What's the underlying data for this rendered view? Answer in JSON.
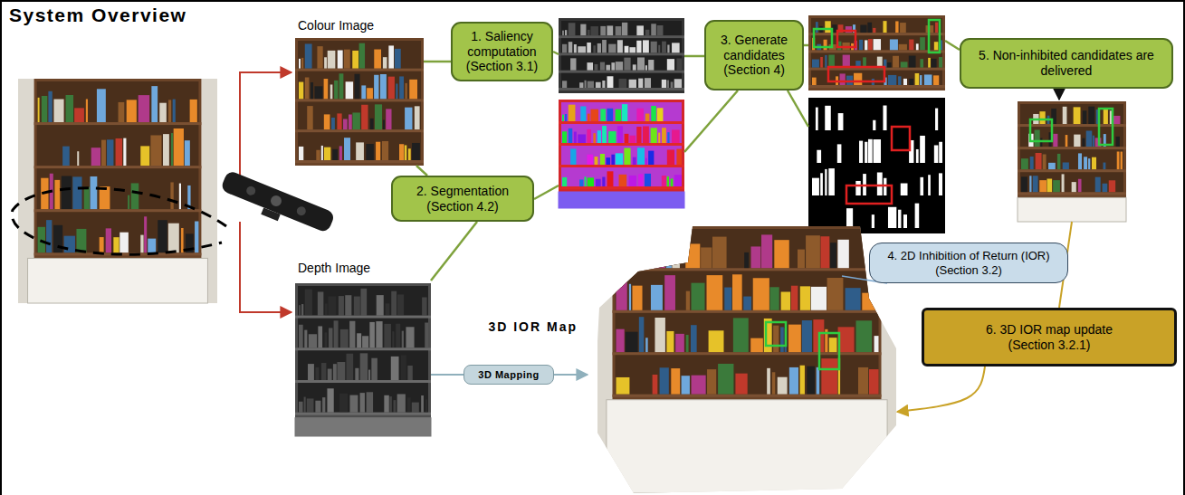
{
  "diagram": {
    "title": "System Overview",
    "nodes": [
      {
        "text": [
          "Colour Image"
        ]
      },
      {
        "text": [
          "1. Saliency computation (Section 3.1)"
        ]
      },
      {
        "text": [
          "2. Segmentation (Section 4.2)"
        ]
      },
      {
        "text": [
          "Depth Image"
        ]
      },
      {
        "text": [
          "3D Mapping"
        ]
      },
      {
        "text": [
          "3D IOR Map"
        ]
      },
      {
        "text": [
          "3. Generate candidates (Section 4)"
        ]
      },
      {
        "text": [
          "4. 2D Inhibition of Return (IOR) (Section 3.2)"
        ]
      },
      {
        "text": [
          "5. Non-inhibited candidates are delivered"
        ]
      },
      {
        "text": [
          "6. 3D IOR map update (Section 3.2.1)"
        ]
      }
    ],
    "edges": [
      {
        "from": 0,
        "to": 1,
        "arrow": "none"
      },
      {
        "from": 0,
        "to": 2,
        "arrow": "none"
      },
      {
        "from": 3,
        "to": 2,
        "arrow": "none"
      },
      {
        "from": 3,
        "to": 4,
        "arrow": "none"
      },
      {
        "from": 4,
        "to": 5,
        "arrow": "to"
      },
      {
        "from": 5,
        "to": 7,
        "arrow": "none"
      },
      {
        "from": 9,
        "to": 5,
        "arrow": "to"
      }
    ]
  }
}
